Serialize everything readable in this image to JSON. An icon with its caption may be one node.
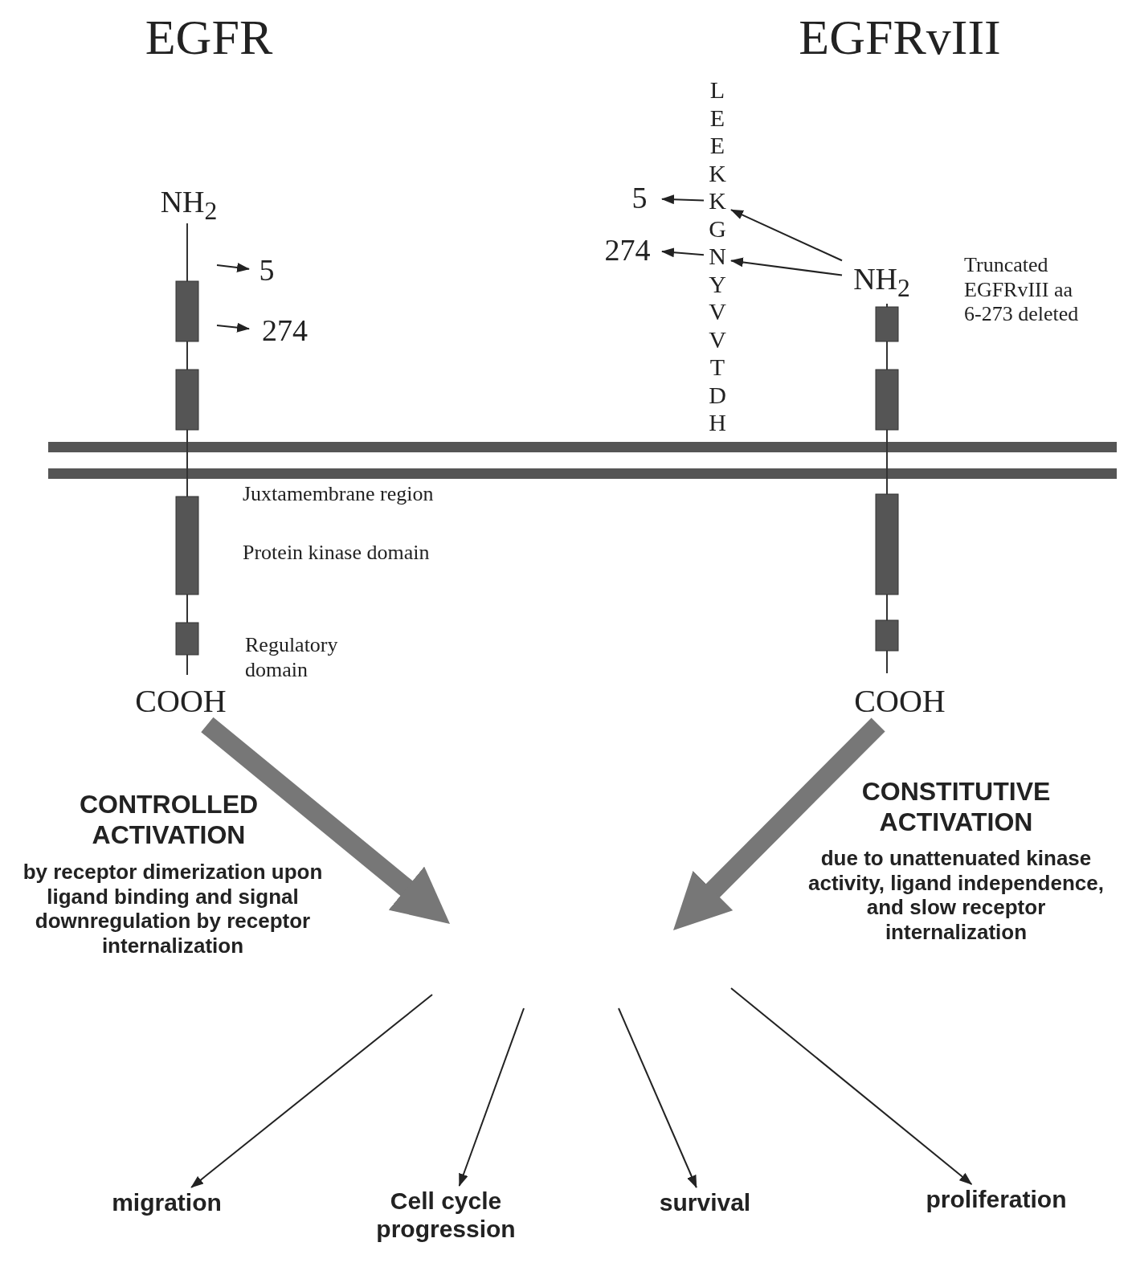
{
  "diagram": {
    "nodes": [
      {
        "text": [
          "NH$_{2}$"
        ]
      },
      {
        "text": [
          "5"
        ]
      },
      {
        "text": [
          "274"
        ]
      },
      {
        "text": [
          "L"
        ]
      },
      {
        "text": [
          "E"
        ]
      },
      {
        "text": [
          "E"
        ]
      },
      {
        "text": [
          "K"
        ]
      },
      {
        "text": [
          "K"
        ]
      },
      {
        "text": [
          "G"
        ]
      },
      {
        "text": [
          "N"
        ]
      },
      {
        "text": [
          "Y"
        ]
      },
      {
        "text": [
          "V"
        ]
      },
      {
        "text": [
          "V"
        ]
      },
      {
        "text": [
          "T"
        ]
      },
      {
        "text": [
          "D"
        ]
      },
      {
        "text": [
          "H"
        ]
      },
      {
        "text": [
          "5"
        ]
      },
      {
        "text": [
          "274"
        ]
      },
      {
        "text": [
          "NH$_{2}$"
        ]
      },
      {
        "text": [
          "COOH"
        ]
      },
      {
        "text": [
          "COOH"
        ]
      },
      {
        "text": [
          "migration"
        ]
      },
      {
        "text": [
          "Cell cycle progression"
        ]
      },
      {
        "text": [
          "survival"
        ]
      },
      {
        "text": [
          "proliferation"
        ]
      }
    ],
    "edges": [
      {
        "from": null,
        "to": 1,
        "arrow": "to"
      },
      {
        "from": null,
        "to": 2,
        "arrow": "to"
      },
      {
        "from": 7,
        "to": 16,
        "arrow": "to"
      },
      {
        "from": 9,
        "to": 17,
        "arrow": "to"
      },
      {
        "from": 18,
        "to": 7,
        "arrow": "to"
      },
      {
        "from": 18,
        "to": 9,
        "arrow": "to"
      },
      {
        "from": 19,
        "to": null,
        "arrow": "to",
        "style": "thick",
        "color": "#777777"
      },
      {
        "from": 20,
        "to": null,
        "arrow": "to",
        "style": "thick",
        "color": "#777777"
      },
      {
        "from": null,
        "to": 21,
        "arrow": "to"
      },
      {
        "from": null,
        "to": 22,
        "arrow": "to"
      },
      {
        "from": null,
        "to": 23,
        "arrow": "to"
      },
      {
        "from": null,
        "to": 24,
        "arrow": "to"
      }
    ],
    "labels": [
      "EGFR",
      "EGFRvIII",
      "Truncated EGFRvIII aa 6-273 deleted",
      "Juxtamembrane region",
      "Protein kinase domain",
      "Regulatory domain",
      "CONTROLLED ACTIVATION",
      "by receptor dimerization upon ligand binding and signal downregulation by receptor internalization",
      "CONSTITUTIVE ACTIVATION",
      "due to unattenuated kinase activity, ligand independence, and slow receptor internalization"
    ]
  }
}
